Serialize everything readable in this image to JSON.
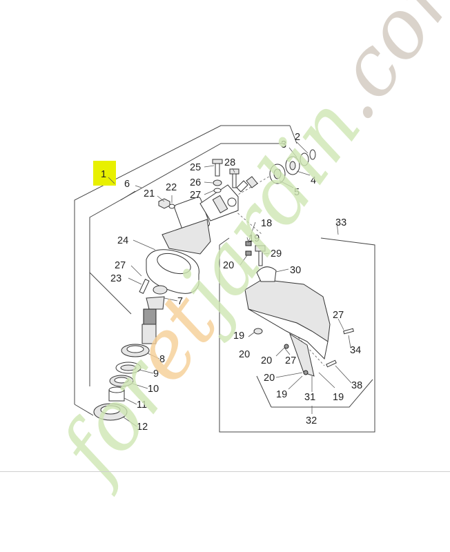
{
  "labels": {
    "p1": "1",
    "p2": "2",
    "p3": "3",
    "p4": "4",
    "p5": "5",
    "p6": "6",
    "p7": "7",
    "p8": "8",
    "p9": "9",
    "p10": "10",
    "p11": "11",
    "p12": "12",
    "p18": "18",
    "p19a": "19",
    "p19b": "19",
    "p19c": "19",
    "p19d": "19",
    "p20a": "20",
    "p20b": "20",
    "p20c": "20",
    "p20d": "20",
    "p21": "21",
    "p22": "22",
    "p23": "23",
    "p24": "24",
    "p25": "25",
    "p26": "26",
    "p27a": "27",
    "p27b": "27",
    "p27c": "27",
    "p27d": "27",
    "p28": "28",
    "p29": "29",
    "p30": "30",
    "p31": "31",
    "p32": "32",
    "p33": "33",
    "p34": "34",
    "p38": "38"
  },
  "watermark": {
    "part1": "for",
    "part2": "et",
    "part3": "jardin",
    "part4": ".com"
  },
  "colors": {
    "highlight": "#e8f000",
    "watermark_green": "#cfe7b3",
    "watermark_orange": "#f6cf96",
    "watermark_brown": "#d2c9bf"
  }
}
